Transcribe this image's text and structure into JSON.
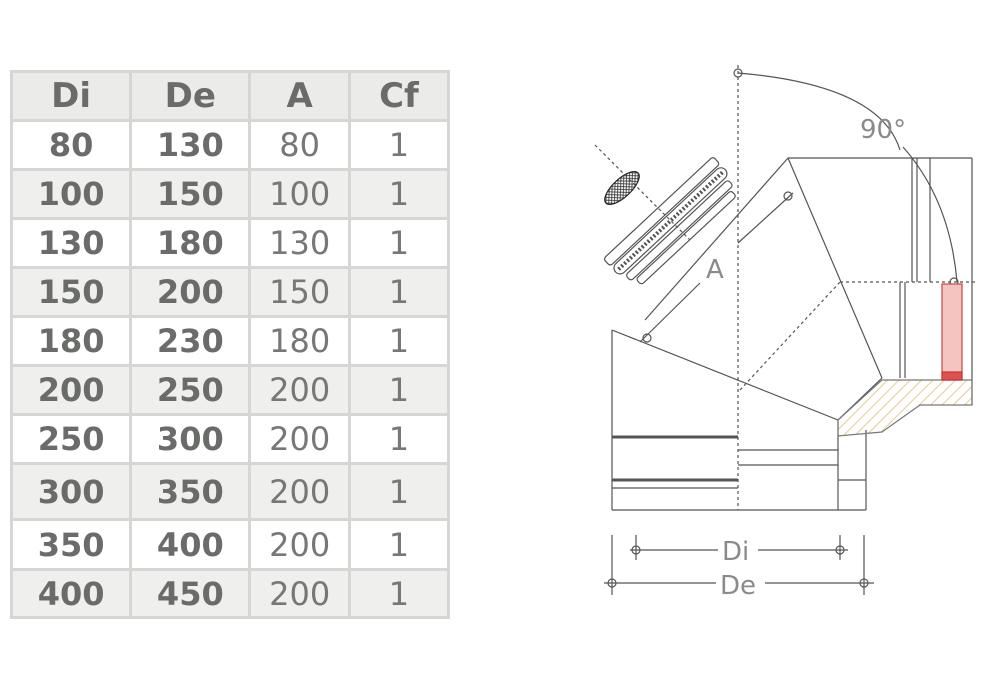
{
  "table": {
    "headers": [
      "Di",
      "De",
      "A",
      "Cf"
    ],
    "rows": [
      [
        "80",
        "130",
        "80",
        "1"
      ],
      [
        "100",
        "150",
        "100",
        "1"
      ],
      [
        "130",
        "180",
        "130",
        "1"
      ],
      [
        "150",
        "200",
        "150",
        "1"
      ],
      [
        "180",
        "230",
        "180",
        "1"
      ],
      [
        "200",
        "250",
        "200",
        "1"
      ],
      [
        "250",
        "300",
        "200",
        "1"
      ],
      [
        "300",
        "350",
        "200",
        "1"
      ],
      [
        "350",
        "400",
        "200",
        "1"
      ],
      [
        "400",
        "450",
        "200",
        "1"
      ]
    ]
  },
  "diagram": {
    "angle_label": "90°",
    "a_label": "A",
    "di_label": "Di",
    "de_label": "De",
    "colors": {
      "line": "#555555",
      "hatch": "#e8c890",
      "insulation": "#d9534f"
    }
  }
}
